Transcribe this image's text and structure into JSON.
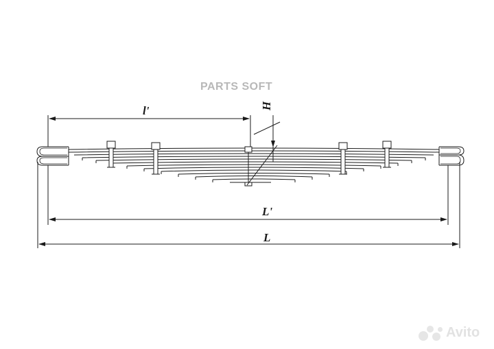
{
  "watermark": "PARTS SOFT",
  "dimensions": {
    "half_span": "l'",
    "height": "H",
    "span": "L'",
    "total_length": "L"
  },
  "logo": {
    "text": "Avito",
    "icon": "avito-dots-icon"
  },
  "colors": {
    "line": "#1a1a1a",
    "watermark": "#b8b8b8",
    "logo": "#e2e2e2"
  }
}
